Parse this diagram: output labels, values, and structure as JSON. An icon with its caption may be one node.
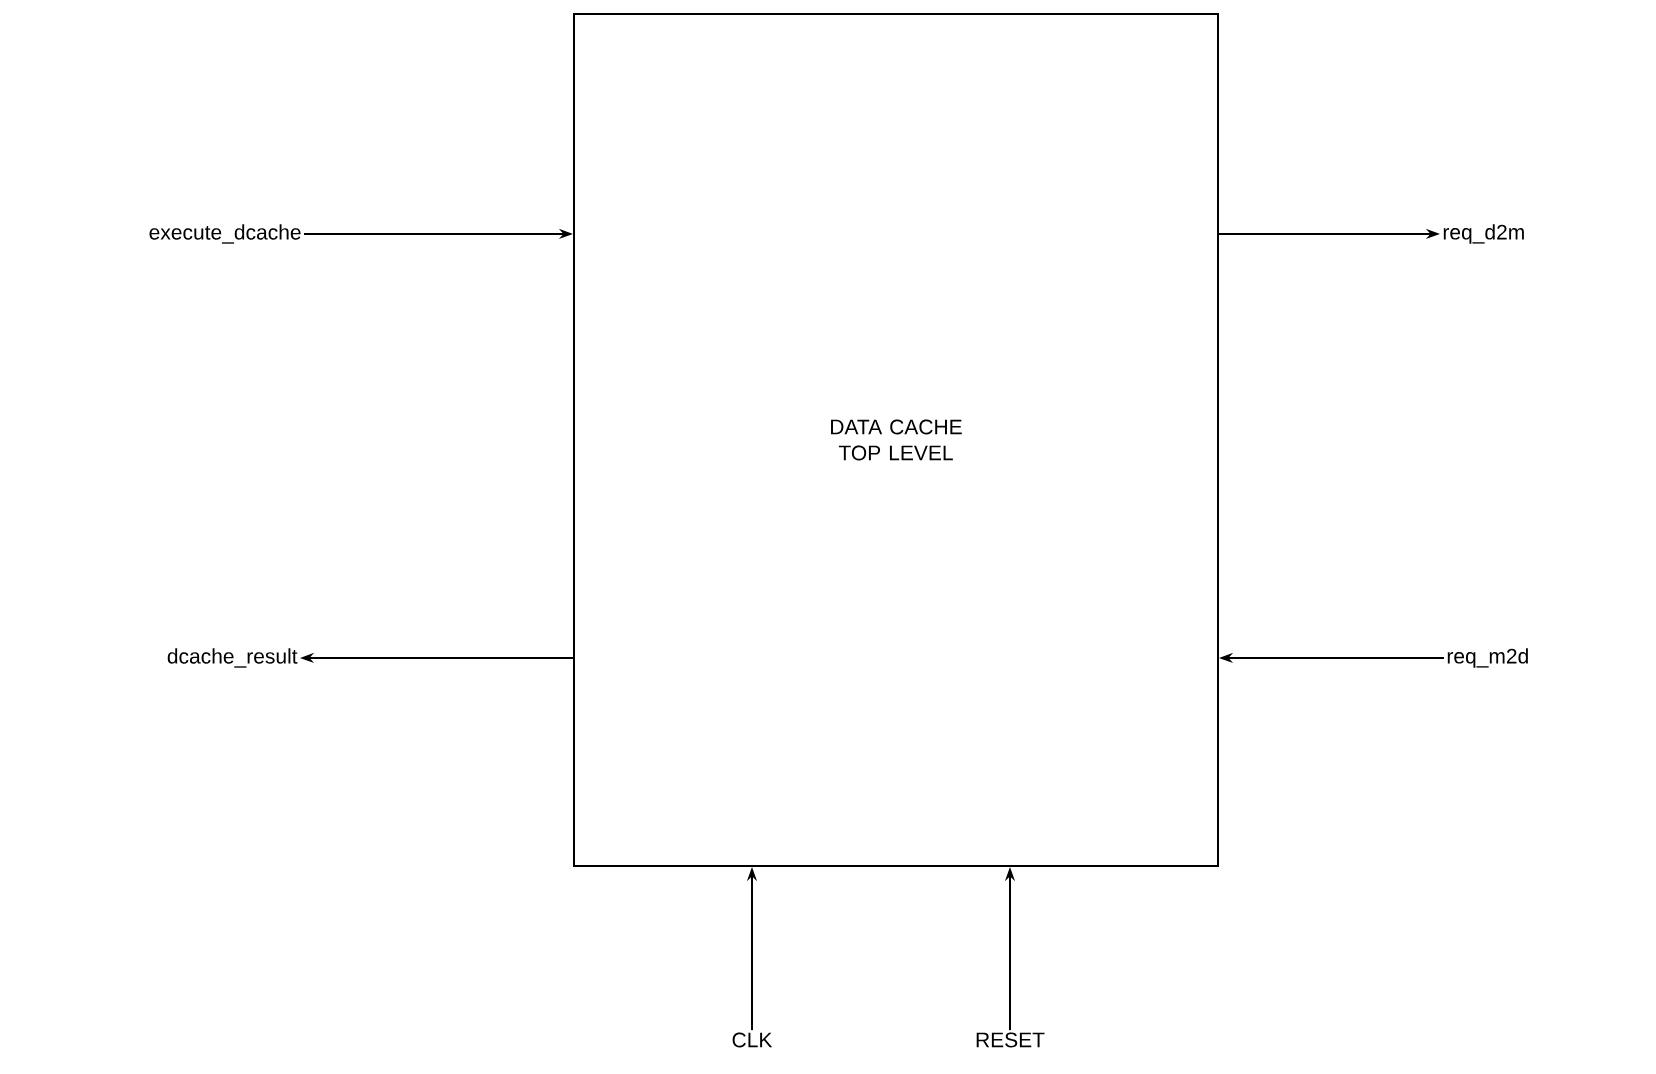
{
  "diagram": {
    "nodes": [
      {
        "text": [
          "DATA CACHE TOP LEVEL"
        ]
      },
      {
        "text": [
          "execute_dcache"
        ]
      },
      {
        "text": [
          "req_d2m"
        ]
      },
      {
        "text": [
          "dcache_result"
        ]
      },
      {
        "text": [
          "req_m2d"
        ]
      },
      {
        "text": [
          "CLK"
        ]
      },
      {
        "text": [
          "RESET"
        ]
      }
    ],
    "edges": [
      {
        "from": 1,
        "to": 0,
        "arrow": "to"
      },
      {
        "from": 0,
        "to": 2,
        "arrow": "to"
      },
      {
        "from": 0,
        "to": 3,
        "arrow": "to"
      },
      {
        "from": 4,
        "to": 0,
        "arrow": "to"
      },
      {
        "from": 5,
        "to": 0,
        "arrow": "to"
      },
      {
        "from": 6,
        "to": 0,
        "arrow": "to"
      }
    ]
  }
}
